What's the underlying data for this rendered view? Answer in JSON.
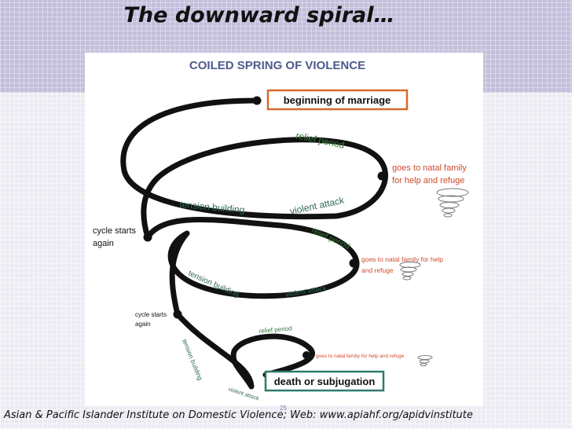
{
  "slide": {
    "title": "The downward spiral…",
    "caption": "Asian & Pacific Islander Institute on Domestic Violence; Web: www.apiahf.org/apidvinstitute",
    "page_number": "25"
  },
  "diagram": {
    "heading": "COILED SPRING OF VIOLENCE",
    "start_box": "beginning of marriage",
    "end_box": "death or subjugation",
    "loop1": {
      "relief": "relief period",
      "natal_line1": "goes to natal family",
      "natal_line2": "for help and refuge",
      "tension": "tension building",
      "violent": "violent attack"
    },
    "loop2": {
      "cycle_line1": "cycle starts",
      "cycle_line2": "again",
      "relief": "relief period",
      "natal_line1": "goes to natal family for help",
      "natal_line2": "and refuge",
      "tension": "tension building",
      "violent": "violent attack"
    },
    "loop3": {
      "cycle_line1": "cycle starts",
      "cycle_line2": "again",
      "relief": "relief period",
      "natal": "goes to natal family for help and refuge",
      "tension": "tension building",
      "violent": "violent attack"
    },
    "colors": {
      "heading": "#4d5b8c",
      "start_box_border": "#d66a2a",
      "end_box_border": "#2f7a6a",
      "relief_text": "#3a7a3a",
      "natal_text": "#d24a2a",
      "tension_text": "#2f6a52",
      "violent_text": "#2f6a52",
      "spiral": "#111111",
      "tornado": "#7a7a7a"
    }
  }
}
